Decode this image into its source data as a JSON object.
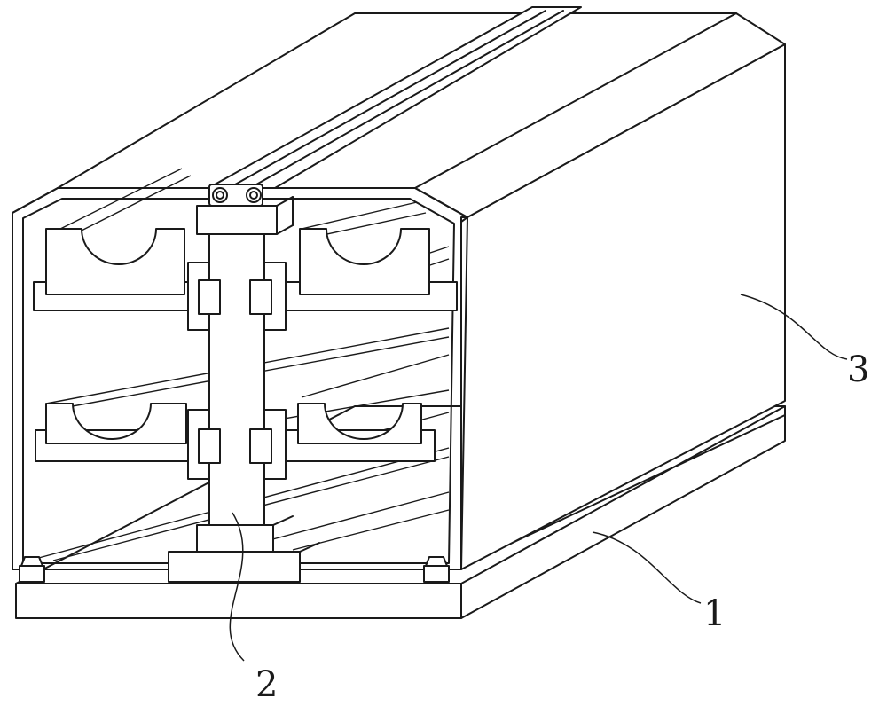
{
  "labels": {
    "label_1": "1",
    "label_2": "2",
    "label_3": "3"
  },
  "colors": {
    "stroke": "#1a1a1a",
    "background": "#ffffff"
  }
}
